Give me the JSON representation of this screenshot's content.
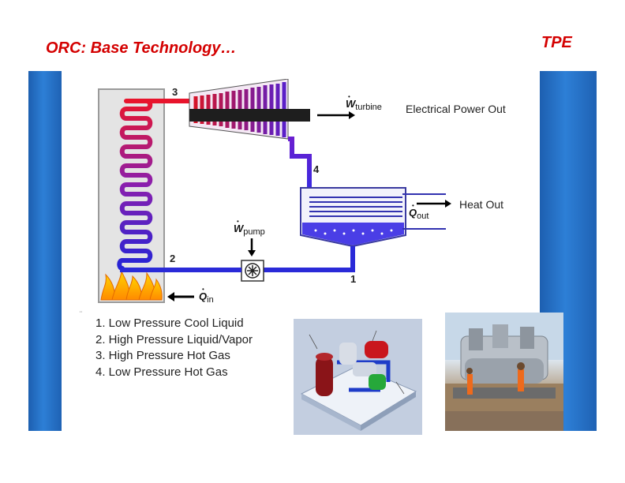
{
  "slide": {
    "title": "ORC: Base Technology…",
    "brand": "TPE"
  },
  "diagram": {
    "state_labels": {
      "s1": "1",
      "s2": "2",
      "s3": "3",
      "s4": "4"
    },
    "w_turbine": {
      "symbol": "W",
      "sub": "turbine"
    },
    "w_pump": {
      "symbol": "W",
      "sub": "pump"
    },
    "q_in": {
      "symbol": "Q",
      "sub": "in"
    },
    "q_out": {
      "symbol": "Q",
      "sub": "out"
    },
    "electrical_power_out": "Electrical Power Out",
    "heat_out": "Heat Out",
    "colors": {
      "hot": "#e8142c",
      "cool": "#2626d8",
      "mid": "#7a1fb0",
      "flame": "#f5a400"
    }
  },
  "legend": {
    "items": [
      "1. Low Pressure Cool Liquid",
      "2. High Pressure Liquid/Vapor",
      "3. High Pressure Hot Gas",
      "4. Low Pressure Hot Gas"
    ]
  }
}
